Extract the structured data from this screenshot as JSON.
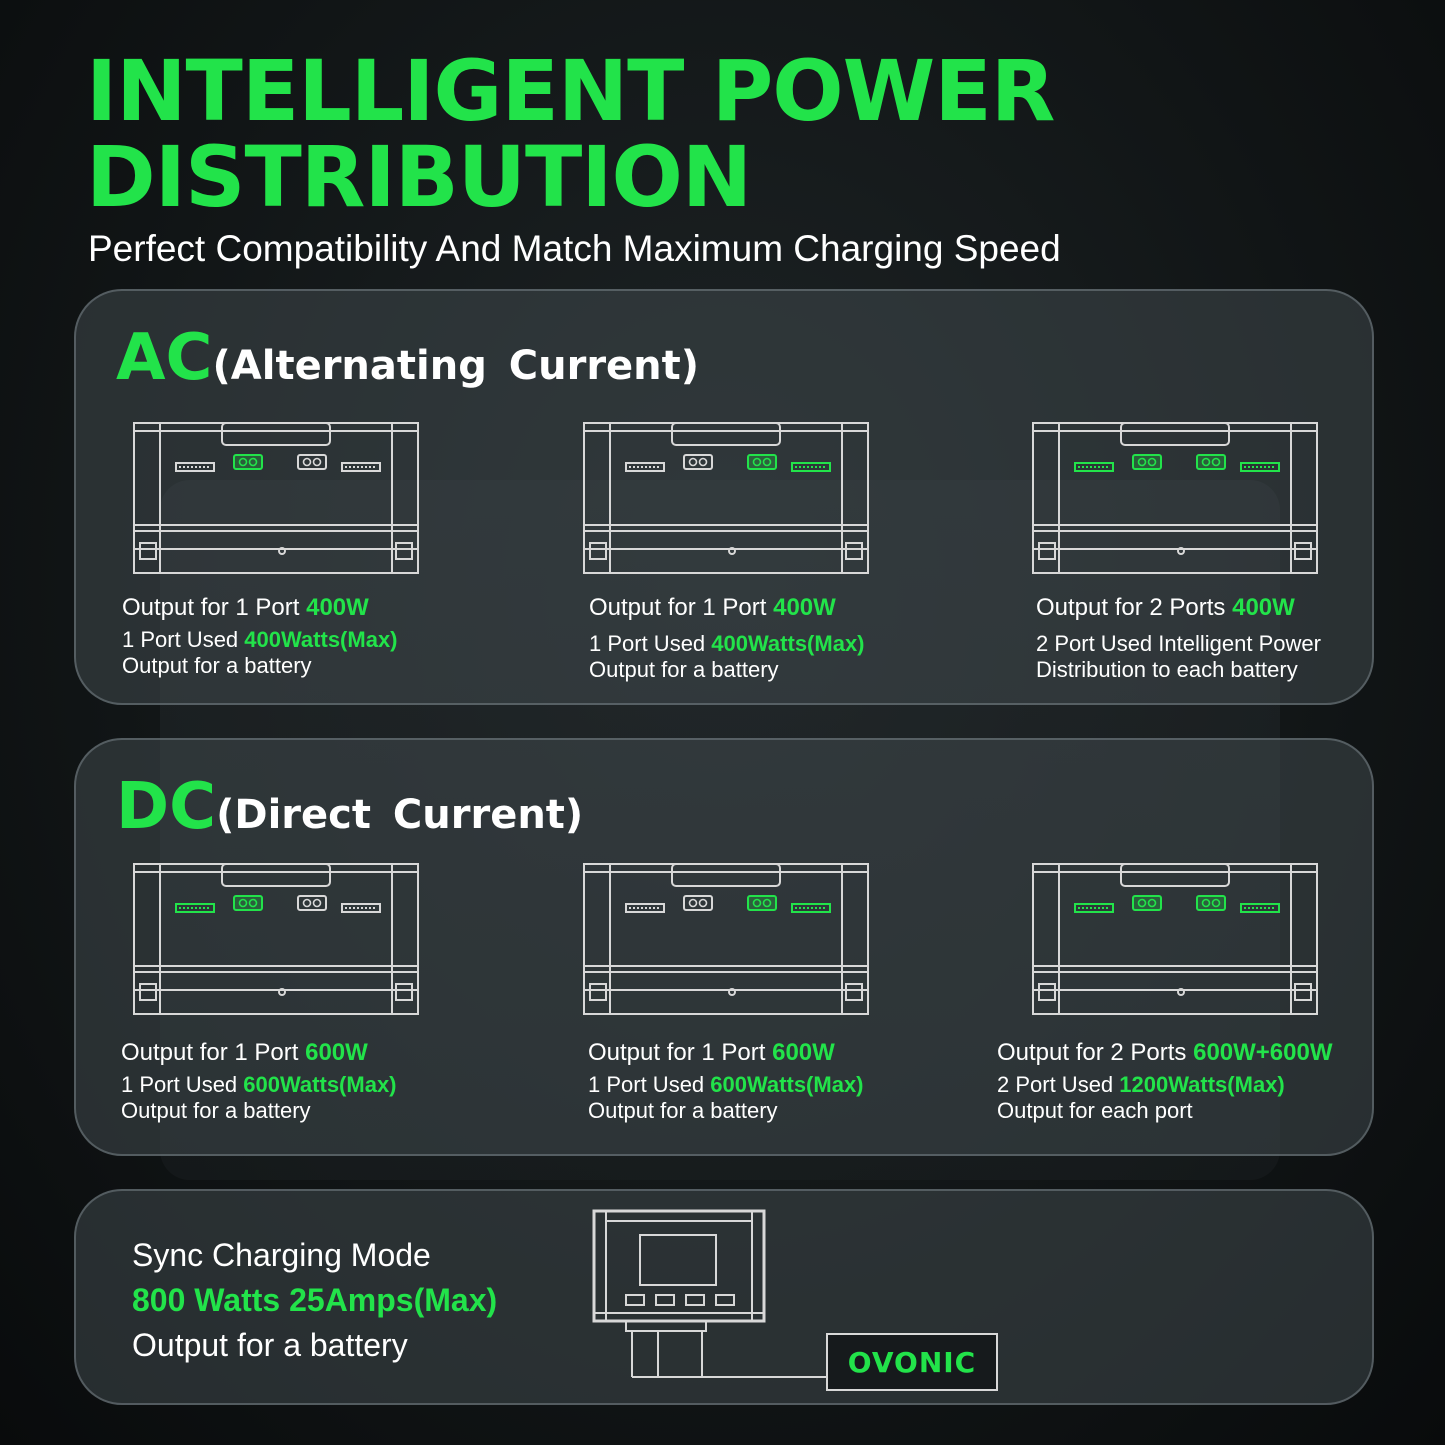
{
  "header": {
    "title_line1": "INTELLIGENT POWER",
    "title_line2": "DISTRIBUTION",
    "subtitle": "Perfect Compatibility And Match Maximum Charging Speed"
  },
  "ac": {
    "heading_big": "AC",
    "heading_small": "(Alternating  Current)",
    "items": [
      {
        "line1_prefix": "Output for 1 Port ",
        "line1_value": "400W",
        "line2_prefix": "1 Port Used ",
        "line2_value": "400Watts(Max)",
        "line3": "Output for a battery",
        "ports": [
          "usb",
          "dual-green",
          "dual-white",
          "usb"
        ]
      },
      {
        "line1_prefix": "Output for 1 Port ",
        "line1_value": "400W",
        "line2_prefix": "1 Port Used ",
        "line2_value": "400Watts(Max)",
        "line3": "Output for a battery",
        "ports": [
          "usb",
          "dual-white",
          "dual-green",
          "usb-green"
        ]
      },
      {
        "line1_prefix": "Output for 2 Ports ",
        "line1_value": "400W",
        "line2_prefix": "2 Port Used Intelligent Power",
        "line2_value": "",
        "line3": "Distribution to each battery",
        "ports": [
          "usb-green",
          "dual-green",
          "dual-green",
          "usb-green"
        ]
      }
    ]
  },
  "dc": {
    "heading_big": "DC",
    "heading_small": "(Direct  Current)",
    "items": [
      {
        "line1_prefix": "Output for 1 Port ",
        "line1_value": "600W",
        "line2_prefix": "1 Port Used ",
        "line2_value": "600Watts(Max)",
        "line3": "Output for a battery",
        "ports": [
          "usb-green",
          "dual-green",
          "dual-white",
          "usb"
        ]
      },
      {
        "line1_prefix": "Output for 1 Port ",
        "line1_value": "600W",
        "line2_prefix": "1 Port Used ",
        "line2_value": "600Watts(Max)",
        "line3": "Output for a battery",
        "ports": [
          "usb",
          "dual-white",
          "dual-green",
          "usb-green"
        ]
      },
      {
        "line1_prefix": "Output for 2 Ports ",
        "line1_value": "600W+600W",
        "line2_prefix": "2 Port Used ",
        "line2_value": "1200Watts(Max)",
        "line3": "Output for each port",
        "ports": [
          "usb-green",
          "dual-green",
          "dual-green",
          "usb-green"
        ]
      }
    ]
  },
  "sync": {
    "line1": "Sync Charging Mode",
    "line2": "800 Watts 25Amps(Max)",
    "line3": "Output for a battery",
    "logo": "OVONIC"
  },
  "colors": {
    "accent": "#22e34a",
    "background": "#111516",
    "panel": "#40484c"
  }
}
